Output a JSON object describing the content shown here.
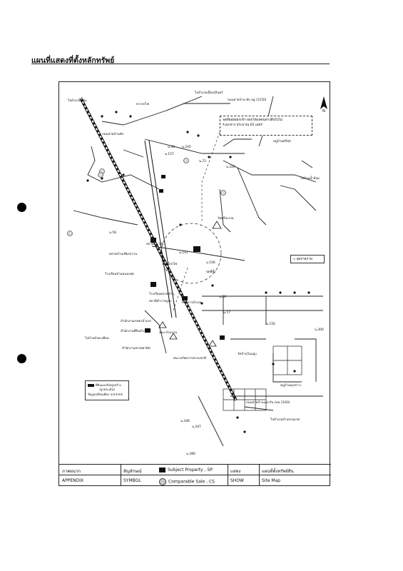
{
  "heading": "แผนที่แสดงที่ตั้งหลักทรัพย์",
  "callout": {
    "line1": "จุดที่ออยออกเข้า-ออกได้แคลนทางสินใปไม่",
    "line2": "ระยะทาง ประมาณ 65 เมตร"
  },
  "photo_legend": "จุดถ่ายภาพ",
  "labels": {
    "road_top": "ไปอำเภอเมืองสุรินทร์",
    "road_top2": "ไปอำเภอสังขะ",
    "road_right": "ไปบ้านน้ำอ้อม",
    "road_km": "ถนนสายบ้าน-ทับ อยู่ (1150)",
    "rail": "ทางรถไฟ",
    "rail2": "ถนนสายบ้านทับ",
    "market": "ตลาดบ้านเชียงหวาน",
    "school": "โรงเรียนบ้านหนองสุด",
    "hospital": "สถานีอนามัย",
    "temple": "วัดศรีสะเกษ",
    "school2": "โรงเรียนตลาดบ้าน",
    "police": "สถานีตำรวจภูธร",
    "district": "ที่ว่าการอำเภอ",
    "station": "สถานีรถไฟ",
    "office": "สำนักงานเกษตรอำเภอ",
    "office2": "สำนักงานที่ดินอำเภอ",
    "office3": "สำนักงานสรรพสามิต",
    "office4": "สนง.ทรัพยากรธรรมชาติ",
    "bank": "สนง.ส่วนงาน",
    "village": "หมู่บ้านทุ่งสว่าง",
    "road_bottom": "ถนนสายบ้านแม่กวัน (ทล.1160)",
    "road_bottom2": "ไปอำเภอลำปลายมาศ",
    "north": "N",
    "village2": "หมู่บ้านศรีสุข",
    "temple2": "วัดบ้านโนนสูง",
    "road_left": "ไปบ้านบัวตะเคียน",
    "subj": "จุดที่ตั้ง",
    "n1": "น.58",
    "n2": "น.245",
    "n3": "น.157",
    "n4": "น.72",
    "n5": "น.320",
    "n6": "น.56",
    "n7": "น.101",
    "n8": "น.106",
    "n9": "น.28",
    "n10": "น.150",
    "n11": "น.300",
    "n12": "น.347",
    "n13": "น.348",
    "n14": "น.380",
    "n15": "น.17"
  },
  "legend_box": {
    "line1": "ที่ดินและสิ่งปลูกสร้าง",
    "line2": "(ถูกประเมิน)",
    "line3": "ข้อมูลเปรียบเทียบ ①②③④⑤"
  },
  "footer": {
    "r1c1": "ภาคผนวก",
    "r1c2": "สัญลักษณ์",
    "r1c3": "Subject Property , SP.",
    "r1c4": "แสดง",
    "r1c5": "แผนที่ตั้งทรัพย์สิน",
    "r2c1": "APPENDIX",
    "r2c2": "SYMBOL",
    "r2c3": "Comparable Sale , CS",
    "r2c4": "SHOW",
    "r2c5": "Site Map"
  }
}
